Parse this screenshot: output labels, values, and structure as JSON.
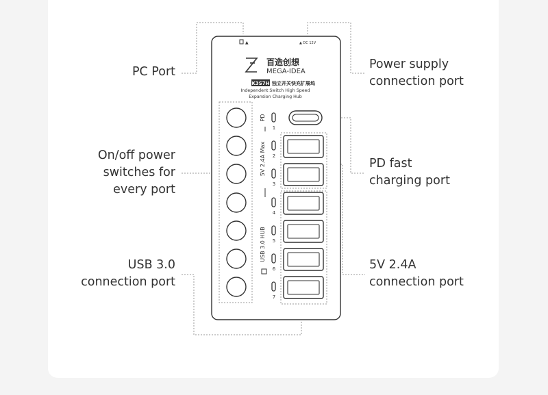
{
  "brand": {
    "name_cn": "百造创想",
    "name_en": "MEGA-IDEA",
    "model": "K3S7H",
    "model_desc_cn": "独立开关快充扩展坞",
    "subtitle_line1": "Independent Switch High Speed",
    "subtitle_line2": "Expansion Charging Hub"
  },
  "top_ports": {
    "pc_label": "▲",
    "power_label": "▲ DC 12V"
  },
  "side_text": {
    "pd": "PD",
    "five_v": "5V 2.4A Max",
    "usb": "USB 3.0 HUB"
  },
  "port_numbers": [
    "1",
    "2",
    "3",
    "4",
    "5",
    "6",
    "7"
  ],
  "callouts": {
    "pc_port": "PC Port",
    "power_supply": "Power supply\nconnection port",
    "switches": "On/off power\nswitches for\nevery port",
    "pd_fast": "PD fast\ncharging port",
    "usb30": "USB 3.0\nconnection port",
    "five_v": "5V 2.4A\nconnection port"
  },
  "colors": {
    "stroke": "#333333",
    "leader": "#9a9a9a",
    "text": "#333333"
  }
}
